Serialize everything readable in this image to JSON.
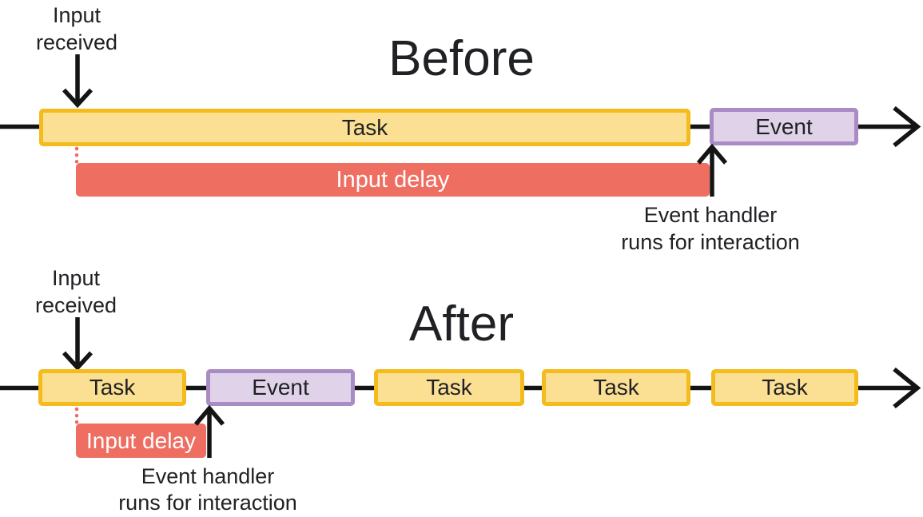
{
  "colors": {
    "task_fill": "#FBE094",
    "task_border": "#F4BB1C",
    "event_fill": "#E0D3E9",
    "event_border": "#AA8CC5",
    "input_delay_fill": "#EE6E62",
    "input_delay_text": "#FFFFFF",
    "arrow_line": "#141414",
    "text": "#202124",
    "background": "#FFFFFF"
  },
  "before": {
    "title": "Before",
    "input_received_label": "Input received",
    "task_label": "Task",
    "event_label": "Event",
    "input_delay_label": "Input delay",
    "event_handler_lines": [
      "Event handler",
      "runs for interaction"
    ]
  },
  "after": {
    "title": "After",
    "input_received_label": "Input received",
    "task_labels": [
      "Task",
      "Task",
      "Task",
      "Task"
    ],
    "event_label": "Event",
    "input_delay_label": "Input delay",
    "event_handler_lines": [
      "Event handler",
      "runs for interaction"
    ]
  }
}
